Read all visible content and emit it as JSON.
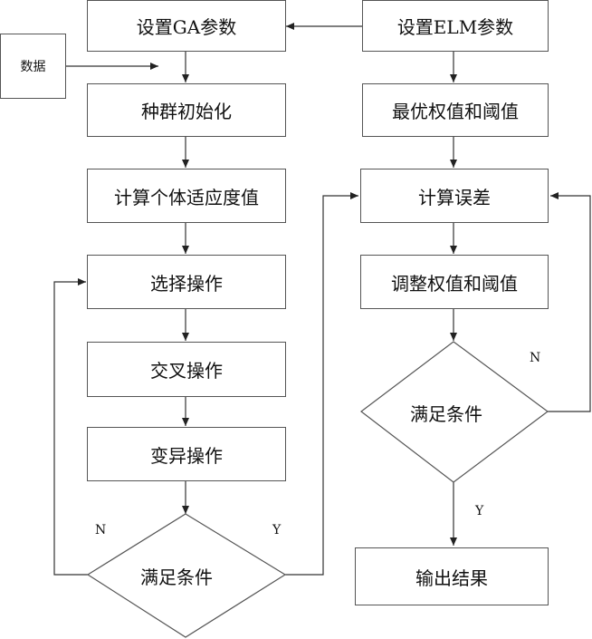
{
  "left_column": {
    "set_ga_params": "设置GA参数",
    "init_population": "种群初始化",
    "compute_fitness": "计算个体适应度值",
    "selection": "选择操作",
    "crossover": "交叉操作",
    "mutation": "变异操作",
    "condition": "满足条件",
    "no_label": "N",
    "yes_label": "Y"
  },
  "data_box": "数据",
  "right_column": {
    "set_elm_params": "设置ELM参数",
    "optimal_weights": "最优权值和阈值",
    "compute_error": "计算误差",
    "adjust_weights": "调整权值和阈值",
    "condition": "满足条件",
    "no_label": "N",
    "yes_label": "Y",
    "output": "输出结果"
  }
}
